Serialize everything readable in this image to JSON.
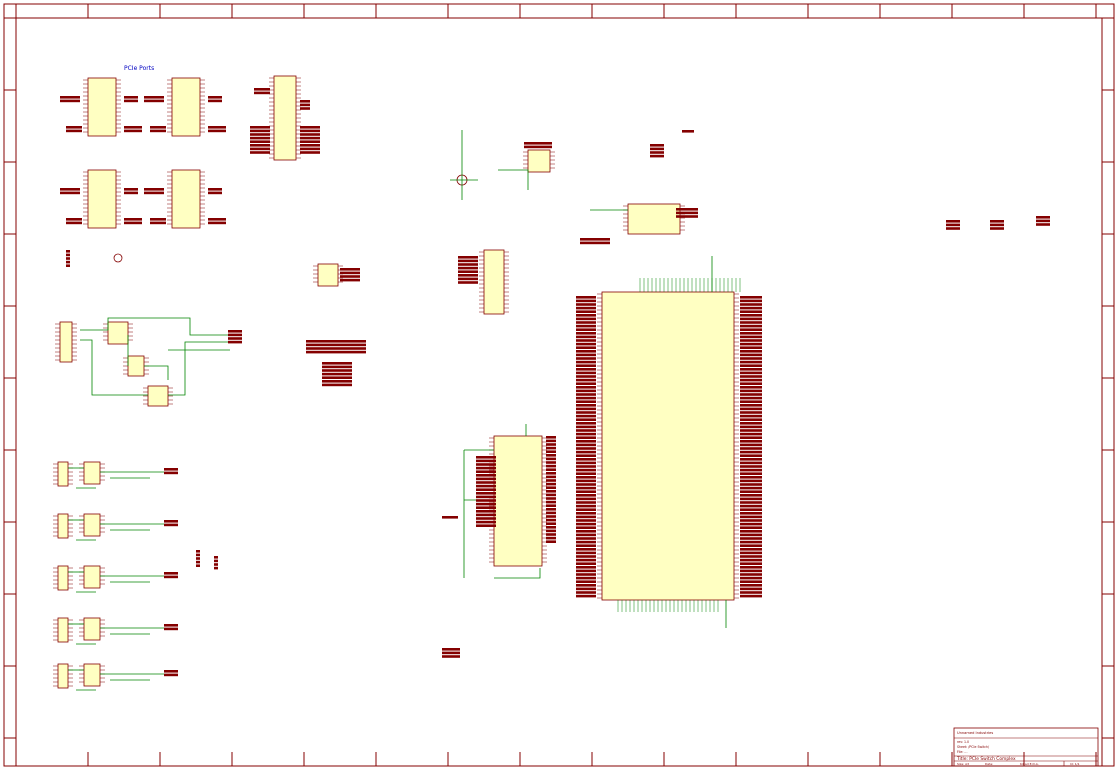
{
  "sheet": {
    "section_title": "PCIe Ports",
    "border_color": "#840000",
    "wire_color": "#008400",
    "component_fill": "#ffffc2",
    "component_outline": "#840000",
    "label_fill": "#840000",
    "text_color": "#008484",
    "title_color": "#0000c2"
  },
  "title_block": {
    "company": "Unnamed Industries",
    "line1": "rev: 1.0",
    "line2": "Sheet: /PCIe Switch/",
    "line3": "File: ...",
    "title": "Title: PCIe Switch Complex",
    "size_label": "Size: A3",
    "date_label": "Date:",
    "kicad_label": "KiCad E.D.A.",
    "rev_label": "Rev:",
    "id_label": "Id: 1/1"
  }
}
